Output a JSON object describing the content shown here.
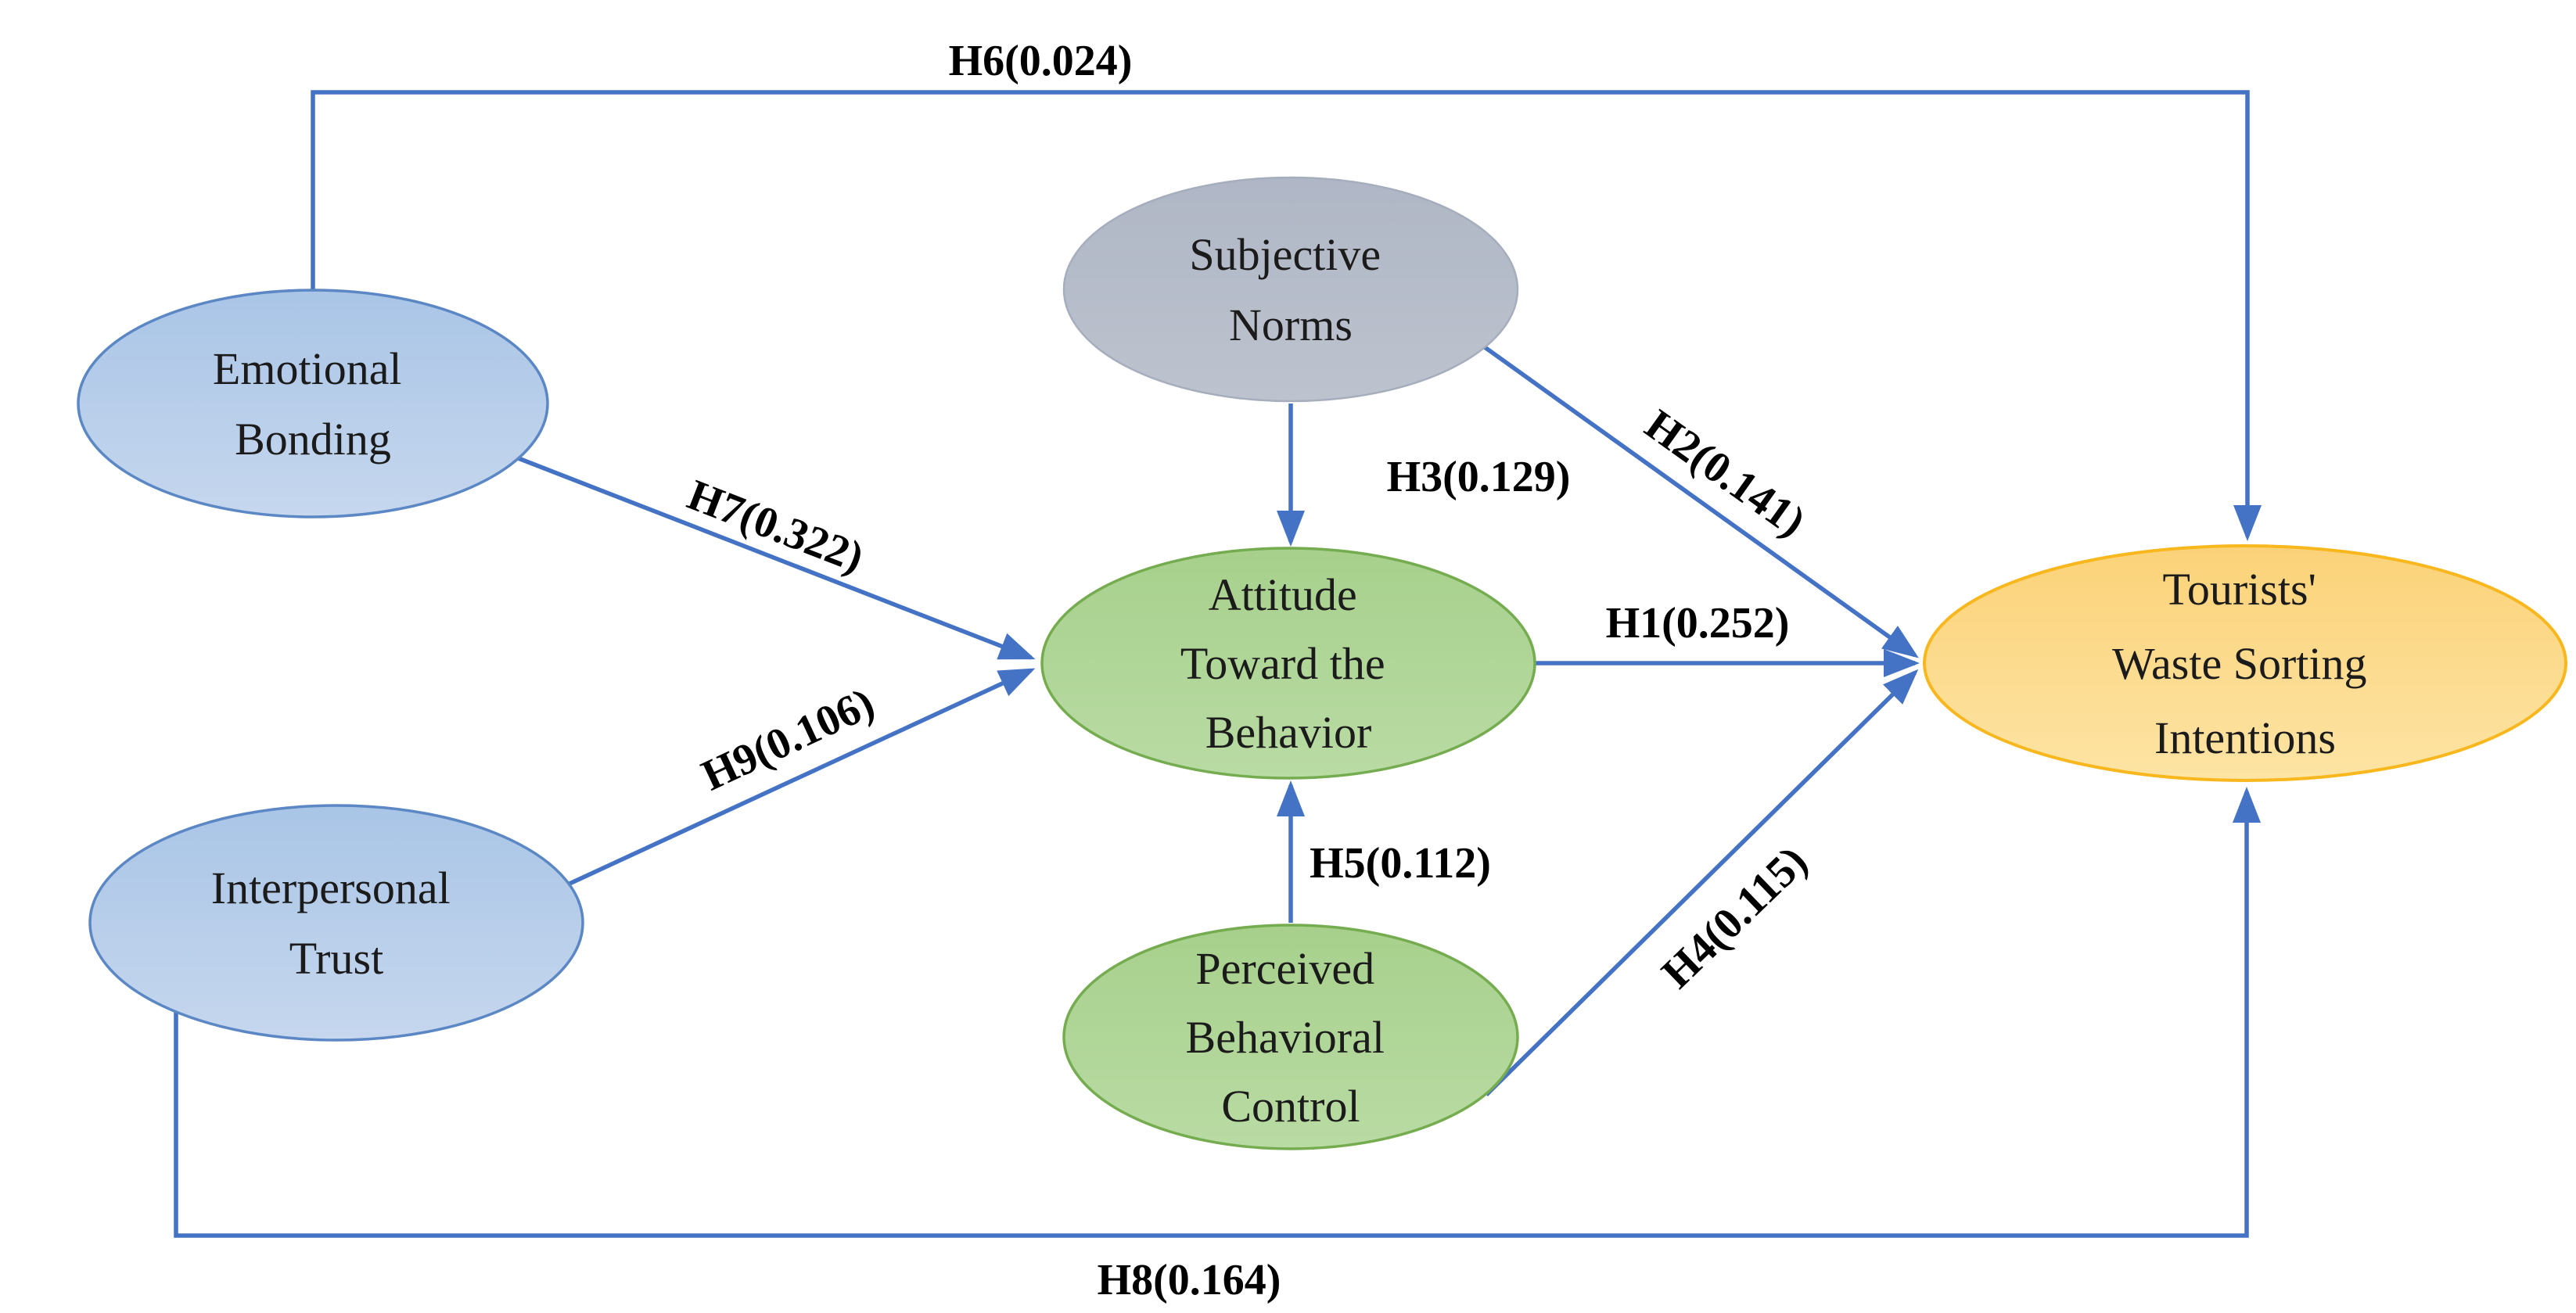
{
  "diagram": {
    "type": "path-model",
    "nodes": {
      "emotional_bonding": {
        "line1": "Emotional",
        "line2": "Bonding",
        "color_family": "blue"
      },
      "interpersonal_trust": {
        "line1": "Interpersonal",
        "line2": "Trust",
        "color_family": "blue"
      },
      "subjective_norms": {
        "line1": "Subjective",
        "line2": "Norms",
        "color_family": "gray"
      },
      "attitude_toward_behavior": {
        "line1": "Attitude",
        "line2": "Toward the",
        "line3": "Behavior",
        "color_family": "green"
      },
      "perceived_behavioral_control": {
        "line1": "Perceived",
        "line2": "Behavioral",
        "line3": "Control",
        "color_family": "green"
      },
      "tourists_waste_sorting_intentions": {
        "line1": "Tourists'",
        "line2": "Waste Sorting",
        "line3": "Intentions",
        "color_family": "orange"
      }
    },
    "edges": {
      "h1": {
        "label": "H1(0.252)",
        "from": "attitude_toward_behavior",
        "to": "tourists_waste_sorting_intentions"
      },
      "h2": {
        "label": "H2(0.141)",
        "from": "subjective_norms",
        "to": "tourists_waste_sorting_intentions"
      },
      "h3": {
        "label": "H3(0.129)",
        "from": "subjective_norms",
        "to": "attitude_toward_behavior"
      },
      "h4": {
        "label": "H4(0.115)",
        "from": "perceived_behavioral_control",
        "to": "tourists_waste_sorting_intentions"
      },
      "h5": {
        "label": "H5(0.112)",
        "from": "perceived_behavioral_control",
        "to": "attitude_toward_behavior"
      },
      "h6": {
        "label": "H6(0.024)",
        "from": "emotional_bonding",
        "to": "tourists_waste_sorting_intentions"
      },
      "h7": {
        "label": "H7(0.322)",
        "from": "emotional_bonding",
        "to": "attitude_toward_behavior"
      },
      "h8": {
        "label": "H8(0.164)",
        "from": "interpersonal_trust",
        "to": "tourists_waste_sorting_intentions"
      },
      "h9": {
        "label": "H9(0.106)",
        "from": "interpersonal_trust",
        "to": "attitude_toward_behavior"
      }
    },
    "colors": {
      "background": "#ffffff",
      "arrow": "#4472c4",
      "node_text": "#1b1b1b",
      "label_text": "#000000",
      "blue_fill_top": "#a9c5e6",
      "blue_fill_bottom": "#c6d7ee",
      "blue_border": "#5b87c5",
      "gray_fill_top": "#afb6c5",
      "gray_fill_bottom": "#bdc3ce",
      "gray_border": "#a6adbc",
      "green_fill_top": "#a7d08c",
      "green_fill_bottom": "#b9dba4",
      "green_border": "#74ac4f",
      "orange_fill_top": "#fbd278",
      "orange_fill_bottom": "#fde4a4",
      "orange_border": "#f7b71d"
    }
  }
}
